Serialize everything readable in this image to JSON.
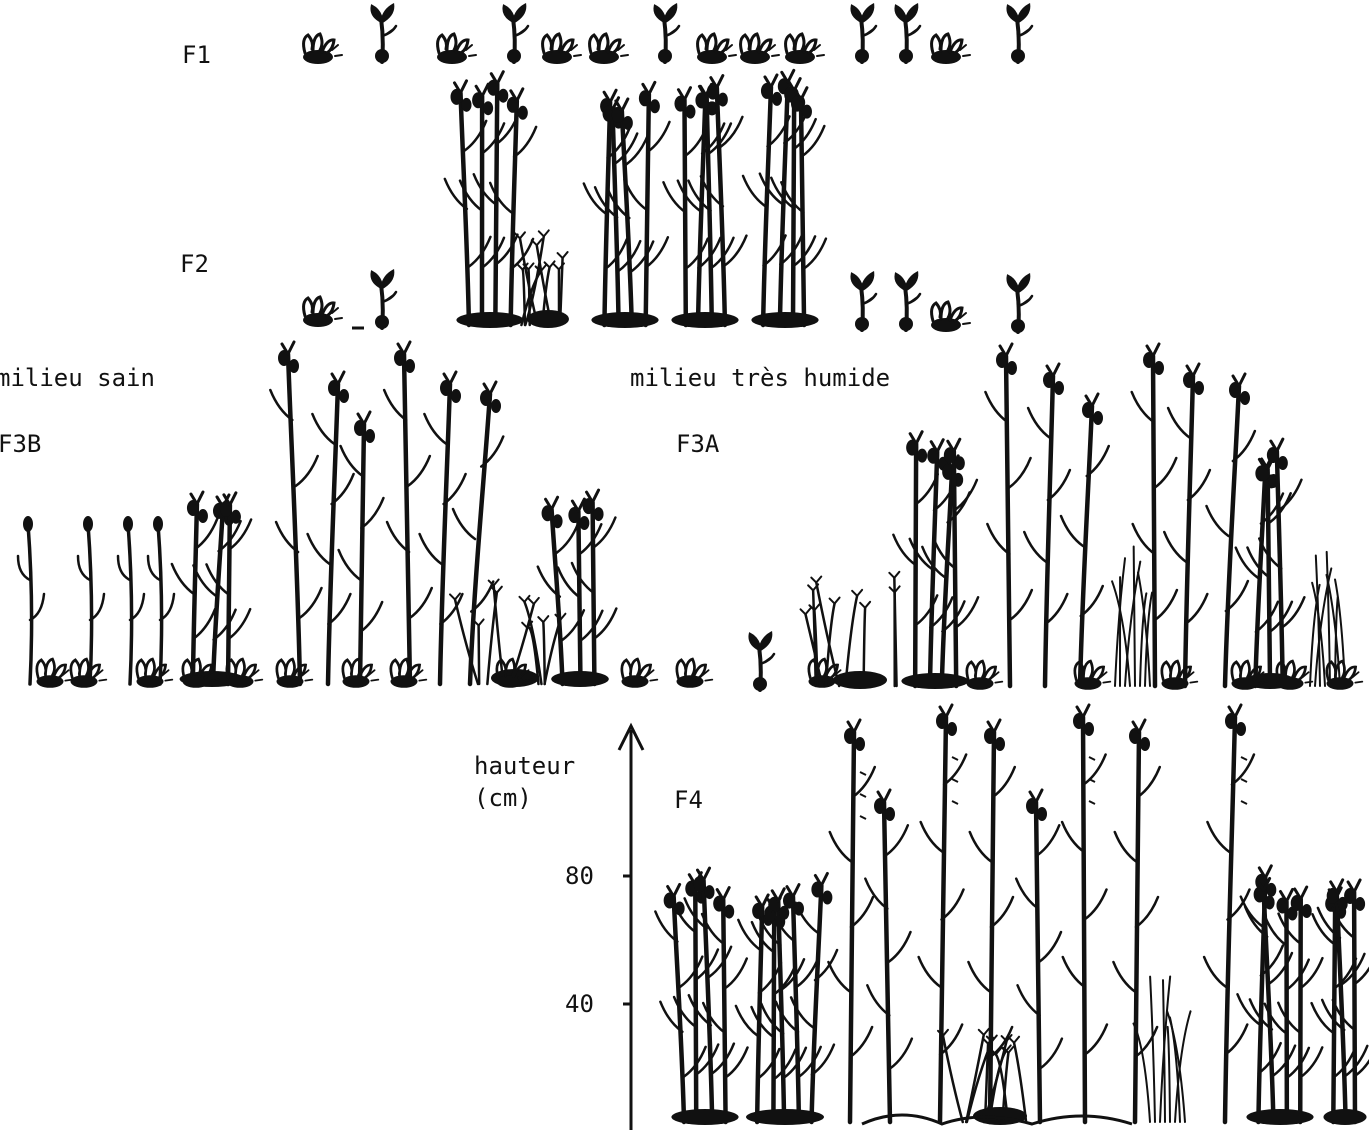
{
  "stages": [
    {
      "id": "F1",
      "label": "F1"
    },
    {
      "id": "F2",
      "label": "F2"
    },
    {
      "id": "F3B",
      "label": "F3B",
      "habitat": "milieu sain"
    },
    {
      "id": "F3A",
      "label": "F3A",
      "habitat": "milieu très humide"
    },
    {
      "id": "F4",
      "label": "F4"
    }
  ],
  "axis": {
    "title": "hauteur",
    "unit": "(cm)",
    "ticks": [
      {
        "value": 80,
        "label": "80"
      },
      {
        "value": 40,
        "label": "40"
      }
    ]
  },
  "colors": {
    "ink": "#111111",
    "paper": "#ffffff"
  }
}
